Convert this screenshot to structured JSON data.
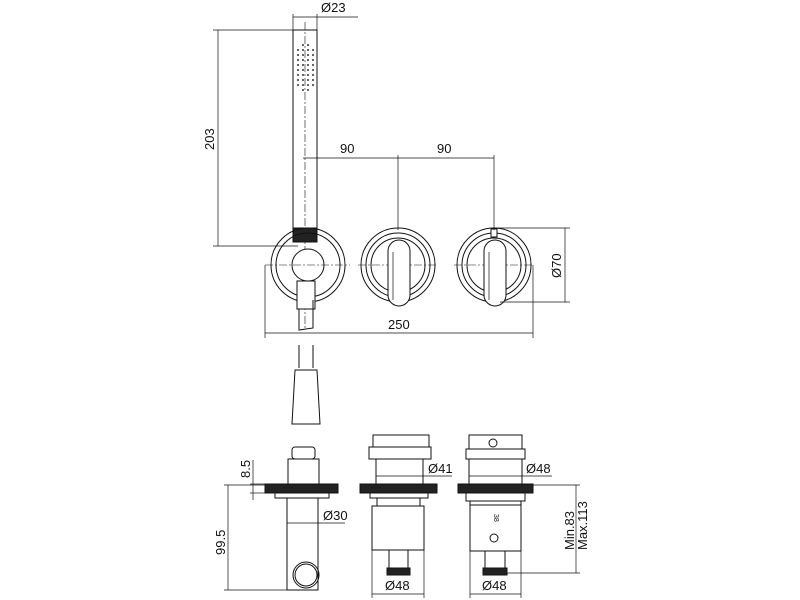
{
  "front_view": {
    "handshower_diameter": "Ø23",
    "handshower_height": "203",
    "spacing_left": "90",
    "spacing_right": "90",
    "rosette_diameter": "Ø70",
    "overall_width": "250"
  },
  "side_views": {
    "flange_thickness": "8.5",
    "holder_depth": "99.5",
    "holder_diameter": "Ø30",
    "valve1_top_diameter": "Ø41",
    "valve1_bottom_diameter": "Ø48",
    "valve2_top_diameter": "Ø48",
    "valve2_bottom_diameter": "Ø48",
    "valve2_marking": "38",
    "depth_min": "Min.83",
    "depth_max": "Max.113"
  }
}
